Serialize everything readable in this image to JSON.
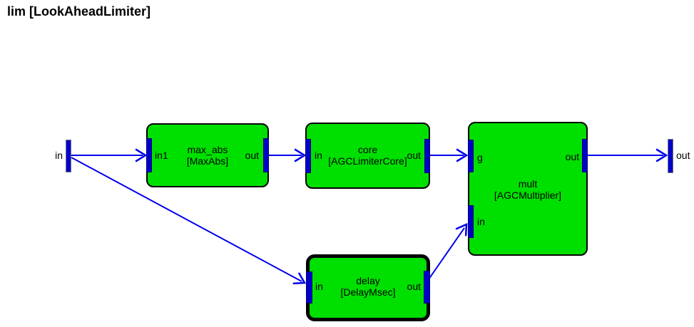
{
  "title": "lim [LookAheadLimiter]",
  "colors": {
    "block_fill": "#00E000",
    "port_fill": "#0000CC",
    "wire": "#0000EE",
    "text": "#000000",
    "background": "#FFFFFF"
  },
  "terminals": {
    "input": {
      "label": "in"
    },
    "output": {
      "label": "out"
    }
  },
  "blocks": {
    "max_abs": {
      "name": "max_abs",
      "type": "[MaxAbs]",
      "ports": {
        "in1": "in1",
        "out": "out"
      },
      "selected": false
    },
    "core": {
      "name": "core",
      "type": "[AGCLimiterCore]",
      "ports": {
        "in": "in",
        "out": "out"
      },
      "selected": false
    },
    "mult": {
      "name": "mult",
      "type": "[AGCMultiplier]",
      "ports": {
        "g": "g",
        "in": "in",
        "out": "out"
      },
      "selected": false
    },
    "delay": {
      "name": "delay",
      "type": "[DelayMsec]",
      "ports": {
        "in": "in",
        "out": "out"
      },
      "selected": true
    }
  },
  "connections": [
    {
      "from": "in",
      "to": "max_abs.in1"
    },
    {
      "from": "in",
      "to": "delay.in"
    },
    {
      "from": "max_abs.out",
      "to": "core.in"
    },
    {
      "from": "core.out",
      "to": "mult.g"
    },
    {
      "from": "delay.out",
      "to": "mult.in"
    },
    {
      "from": "mult.out",
      "to": "out"
    }
  ]
}
